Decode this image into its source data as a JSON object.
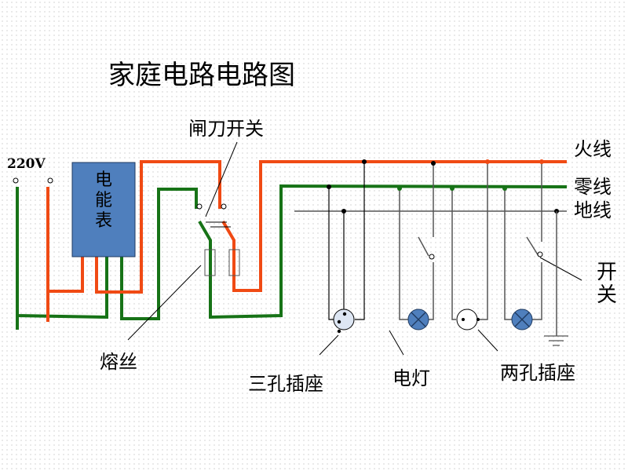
{
  "title": "家庭电路电路图",
  "labels": {
    "voltage": "220V",
    "meter": [
      "电",
      "能",
      "表"
    ],
    "knife_switch": "闸刀开关",
    "live_wire": "火线",
    "neutral_wire": "零线",
    "ground_wire": "地线",
    "switch": [
      "开",
      "关"
    ],
    "fuse": "熔丝",
    "three_hole_socket": "三孔插座",
    "lamp": "电灯",
    "two_hole_socket": "两孔插座"
  },
  "colors": {
    "live": "#f04a14",
    "neutral": "#177317",
    "ground": "#555555",
    "meter_fill": "#4f7fbd",
    "lamp_fill": "#4f7fbd",
    "socket3_fill": "#dde6f3"
  }
}
